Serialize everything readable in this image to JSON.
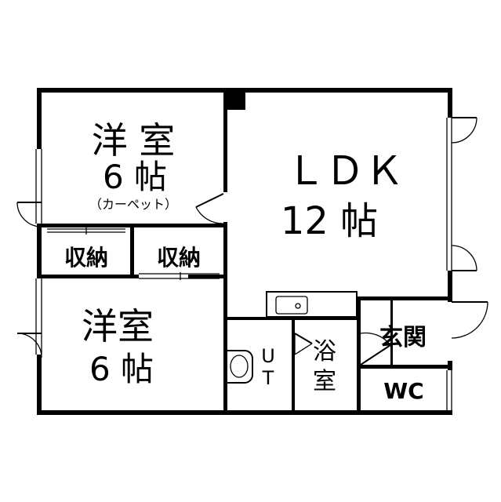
{
  "rooms": {
    "western_room_1": {
      "label": "洋 室",
      "size": "6 帖",
      "note": "（カーペット）"
    },
    "ldk": {
      "label": "ＬＤＫ",
      "size": "12 帖"
    },
    "storage_left": {
      "label": "収納"
    },
    "storage_right": {
      "label": "収納"
    },
    "western_room_2": {
      "label": "洋室",
      "size": "6 帖"
    },
    "utility": {
      "label": "U T"
    },
    "bath": {
      "label": "浴室"
    },
    "entrance": {
      "label": "玄関"
    },
    "toilet": {
      "label": "WC"
    }
  },
  "colors": {
    "wall": "#000000",
    "background": "#ffffff",
    "line": "#000000"
  }
}
